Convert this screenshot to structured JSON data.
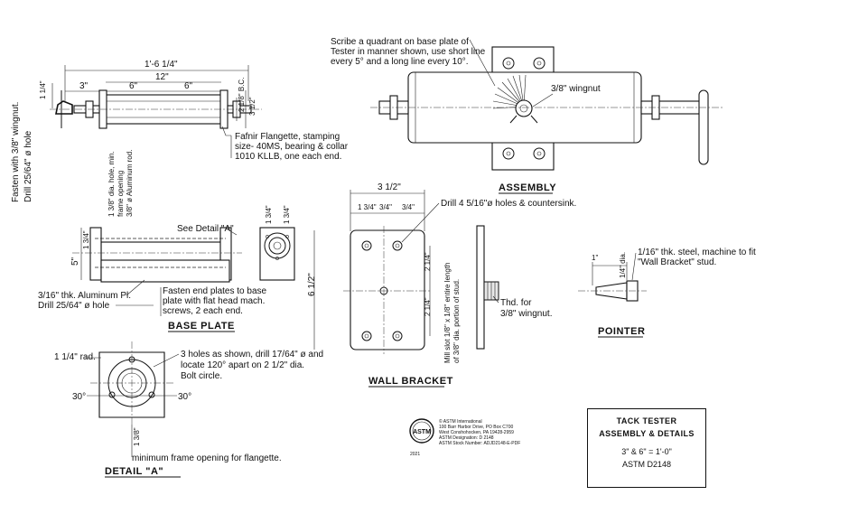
{
  "assembly": {
    "title": "ASSEMBLY",
    "scribe_note": [
      "Scribe a quadrant on base plate of",
      "Tester in manner shown, use short line",
      "every 5° and a long line every 10°."
    ],
    "wingnut_label": "3/8\" wingnut"
  },
  "side_view": {
    "overall_dim": "1'-6 1/4\"",
    "dim_12": "12\"",
    "dim_6a": "6\"",
    "dim_6b": "6\"",
    "dim_3": "3\"",
    "dim_1_1_4": "1 1/4\"",
    "dim_2_bc": "2 1/8\" B.C.",
    "dim_3_1_2": "3 1/2\"",
    "fafnir_note": [
      "Fafnir Flangette, stamping",
      "size- 40MS, bearing & collar",
      "1010 KLLB, one each end."
    ],
    "fasten_note": "Fasten with 3/8\" wingnut.",
    "drill_note": "Drill 25/64\" ø hole"
  },
  "base_plate": {
    "title": "BASE PLATE",
    "see_detail": "See Detail \"A\"",
    "frame_note": [
      "1 3/8\" dia. hole, min.",
      "frame opening",
      "3/8\" ø Aluminum rod."
    ],
    "dim_5": "5\"",
    "dim_1_3_4": "1 3/4\"",
    "dim_1_3_4b": "1 3/4\"",
    "dim_1_3_4c": "1 3/4\"",
    "thk_note": "3/16\" thk. Aluminum Pl.",
    "drill_note": "Drill 25/64\" ø hole",
    "fasten_plates": [
      "Fasten end plates to base",
      "plate with flat head mach.",
      "screws, 2 each end."
    ]
  },
  "wall_bracket": {
    "title": "WALL BRACKET",
    "dim_3_1_2": "3 1/2\"",
    "dim_a": "1 3/4\"",
    "dim_b": "3/4\"",
    "dim_c": "3/4\"",
    "drill_note": "Drill 4 5/16\"ø holes & countersink.",
    "dim_6_1_2": "6 1/2\"",
    "dim_2_1_4a": "2 1/4\"",
    "dim_2_1_4b": "2 1/4\"",
    "mill_note": [
      "Mill slot 1/8\" x 1/8\" entire length",
      "of 3/8\" dia. portion of stud."
    ],
    "thd_note": [
      "Thd. for",
      "3/8\" wingnut."
    ]
  },
  "pointer": {
    "title": "POINTER",
    "dim_1": "1\"",
    "steel_note": [
      "1/16\" thk. steel, machine to fit",
      "\"Wall Bracket\" stud."
    ],
    "dia_note": "1/4\" dia."
  },
  "detail_a": {
    "title": "DETAIL \"A\"",
    "rad_note": "1 1/4\" rad.",
    "holes_note": [
      "3 holes as shown, drill 17/64\" ø and",
      "locate 120° apart on 2 1/2\" dia.",
      "Bolt circle."
    ],
    "angle_left": "30°",
    "angle_right": "30°",
    "frame_note": "minimum frame opening for flangette.",
    "dim_frame": "1 3/8\""
  },
  "title_block": {
    "name": "TACK TESTER",
    "subtitle": "ASSEMBLY & DETAILS",
    "scale": "3\" & 6\" = 1'-0\"",
    "designation": "ASTM D2148"
  },
  "astm": {
    "logo_text": "ASTM",
    "lines": [
      "© ASTM International",
      "100 Barr Harbor Drive, PO Box C700",
      "West Conshohocken, PA 19428-2959",
      "ASTM Designation: D 2148",
      "ASTM Stock Number: ADJD2148-E-PDF"
    ],
    "year": "2021"
  }
}
